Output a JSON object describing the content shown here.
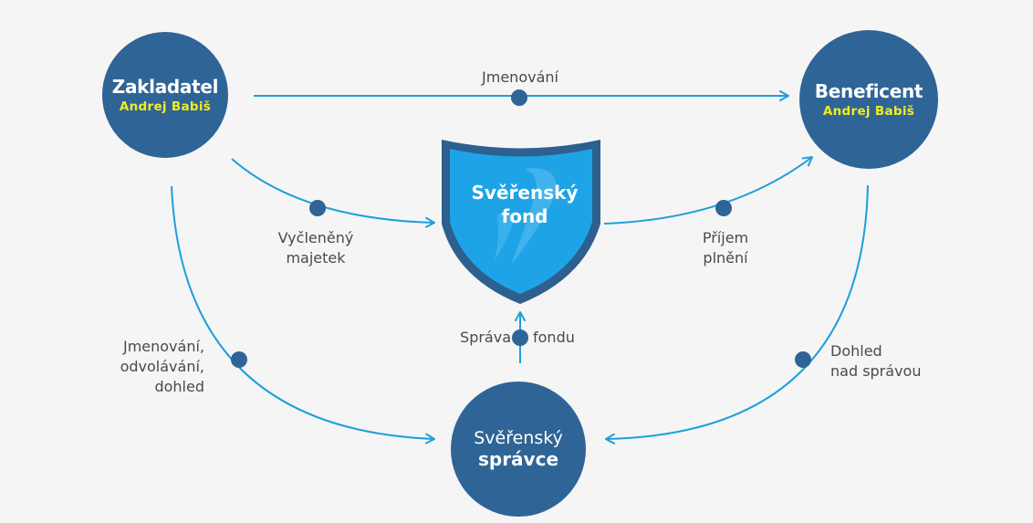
{
  "nodes": {
    "founder": {
      "title": "Zakladatel",
      "subtitle": "Andrej Babiš"
    },
    "beneficiary": {
      "title": "Beneficent",
      "subtitle": "Andrej Babiš"
    },
    "trustee": {
      "line1": "Svěřenský",
      "line2": "správce"
    },
    "fund": {
      "line1": "Svěřenský",
      "line2": "fond"
    }
  },
  "edges": {
    "appointment": "Jmenování",
    "separated_assets": [
      "Vyčleněný",
      "majetek"
    ],
    "benefit_income": [
      "Příjem",
      "plnění"
    ],
    "fund_management": [
      "Správa",
      "fondu"
    ],
    "appoint_dismiss_supervise": [
      "Jmenování,",
      "odvolávání,",
      "dohled"
    ],
    "management_supervision": [
      "Dohled",
      "nad správou"
    ]
  },
  "colors": {
    "node": "#2f6496",
    "connector": "#1e9fdb",
    "dot": "#2f6496",
    "subtitle": "#f2ec1f",
    "shield_fill": "#1ea4e6",
    "shield_border": "#2d5f8f"
  }
}
